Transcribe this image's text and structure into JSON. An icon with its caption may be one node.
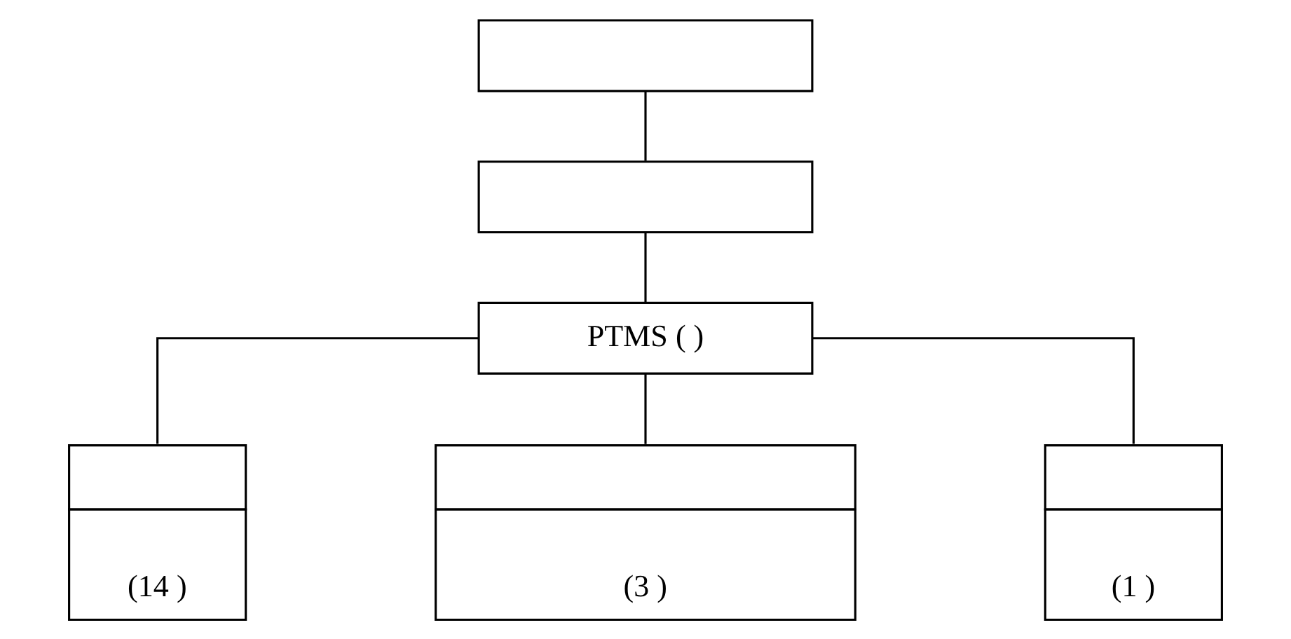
{
  "diagram": {
    "nodes": [
      {
        "text": [],
        "shape": "box"
      },
      {
        "text": [],
        "shape": "box"
      },
      {
        "text": [
          "PTMS ( )"
        ]
      },
      {
        "text": [
          "(14 )"
        ]
      },
      {
        "text": [
          "(3 )"
        ]
      },
      {
        "text": [
          "(1 )"
        ]
      }
    ],
    "edges": [
      {
        "from": 0,
        "to": 1,
        "arrow": "none"
      },
      {
        "from": 1,
        "to": 2,
        "arrow": "none"
      },
      {
        "from": 2,
        "to": 3,
        "arrow": "none"
      },
      {
        "from": 2,
        "to": 4,
        "arrow": "none"
      },
      {
        "from": 2,
        "to": 5,
        "arrow": "none"
      }
    ]
  }
}
